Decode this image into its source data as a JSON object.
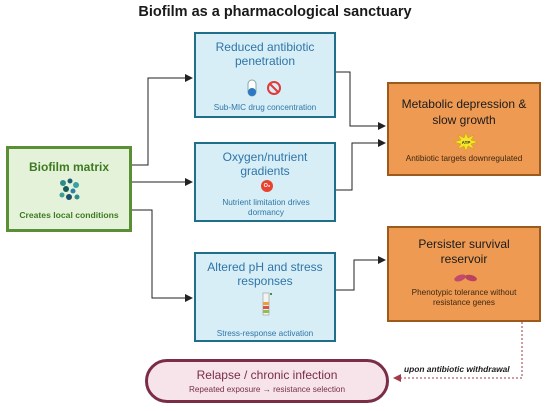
{
  "title": "Biofilm as a pharmacological sanctuary",
  "matrix": {
    "title": "Biofilm matrix",
    "subtitle": "Creates local conditions"
  },
  "penetration": {
    "title": "Reduced antibiotic penetration",
    "subtitle": "Sub-MIC drug concentration"
  },
  "gradients": {
    "title": "Oxygen/nutrient gradients",
    "subtitle": "Nutrient limitation drives dormancy",
    "icon_label": "O₂"
  },
  "stress": {
    "title": "Altered pH and stress responses",
    "subtitle": "Stress-response activation"
  },
  "metabolic": {
    "title": "Metabolic depression & slow growth",
    "subtitle": "Antibiotic targets downregulated",
    "icon_label": "ATP"
  },
  "persister": {
    "title": "Persister survival reservoir",
    "subtitle": "Phenotypic tolerance without resistance genes"
  },
  "relapse": {
    "title": "Relapse / chronic infection",
    "subtitle": "Repeated exposure → resistance selection"
  },
  "withdrawal_note": "upon antibiotic withdrawal",
  "colors": {
    "blue_border": "#1f6f8b",
    "blue_fill": "#d7eef6",
    "green_border": "#5b8f36",
    "orange_fill": "#ef9a53",
    "relapse_border": "#7a2d45"
  }
}
